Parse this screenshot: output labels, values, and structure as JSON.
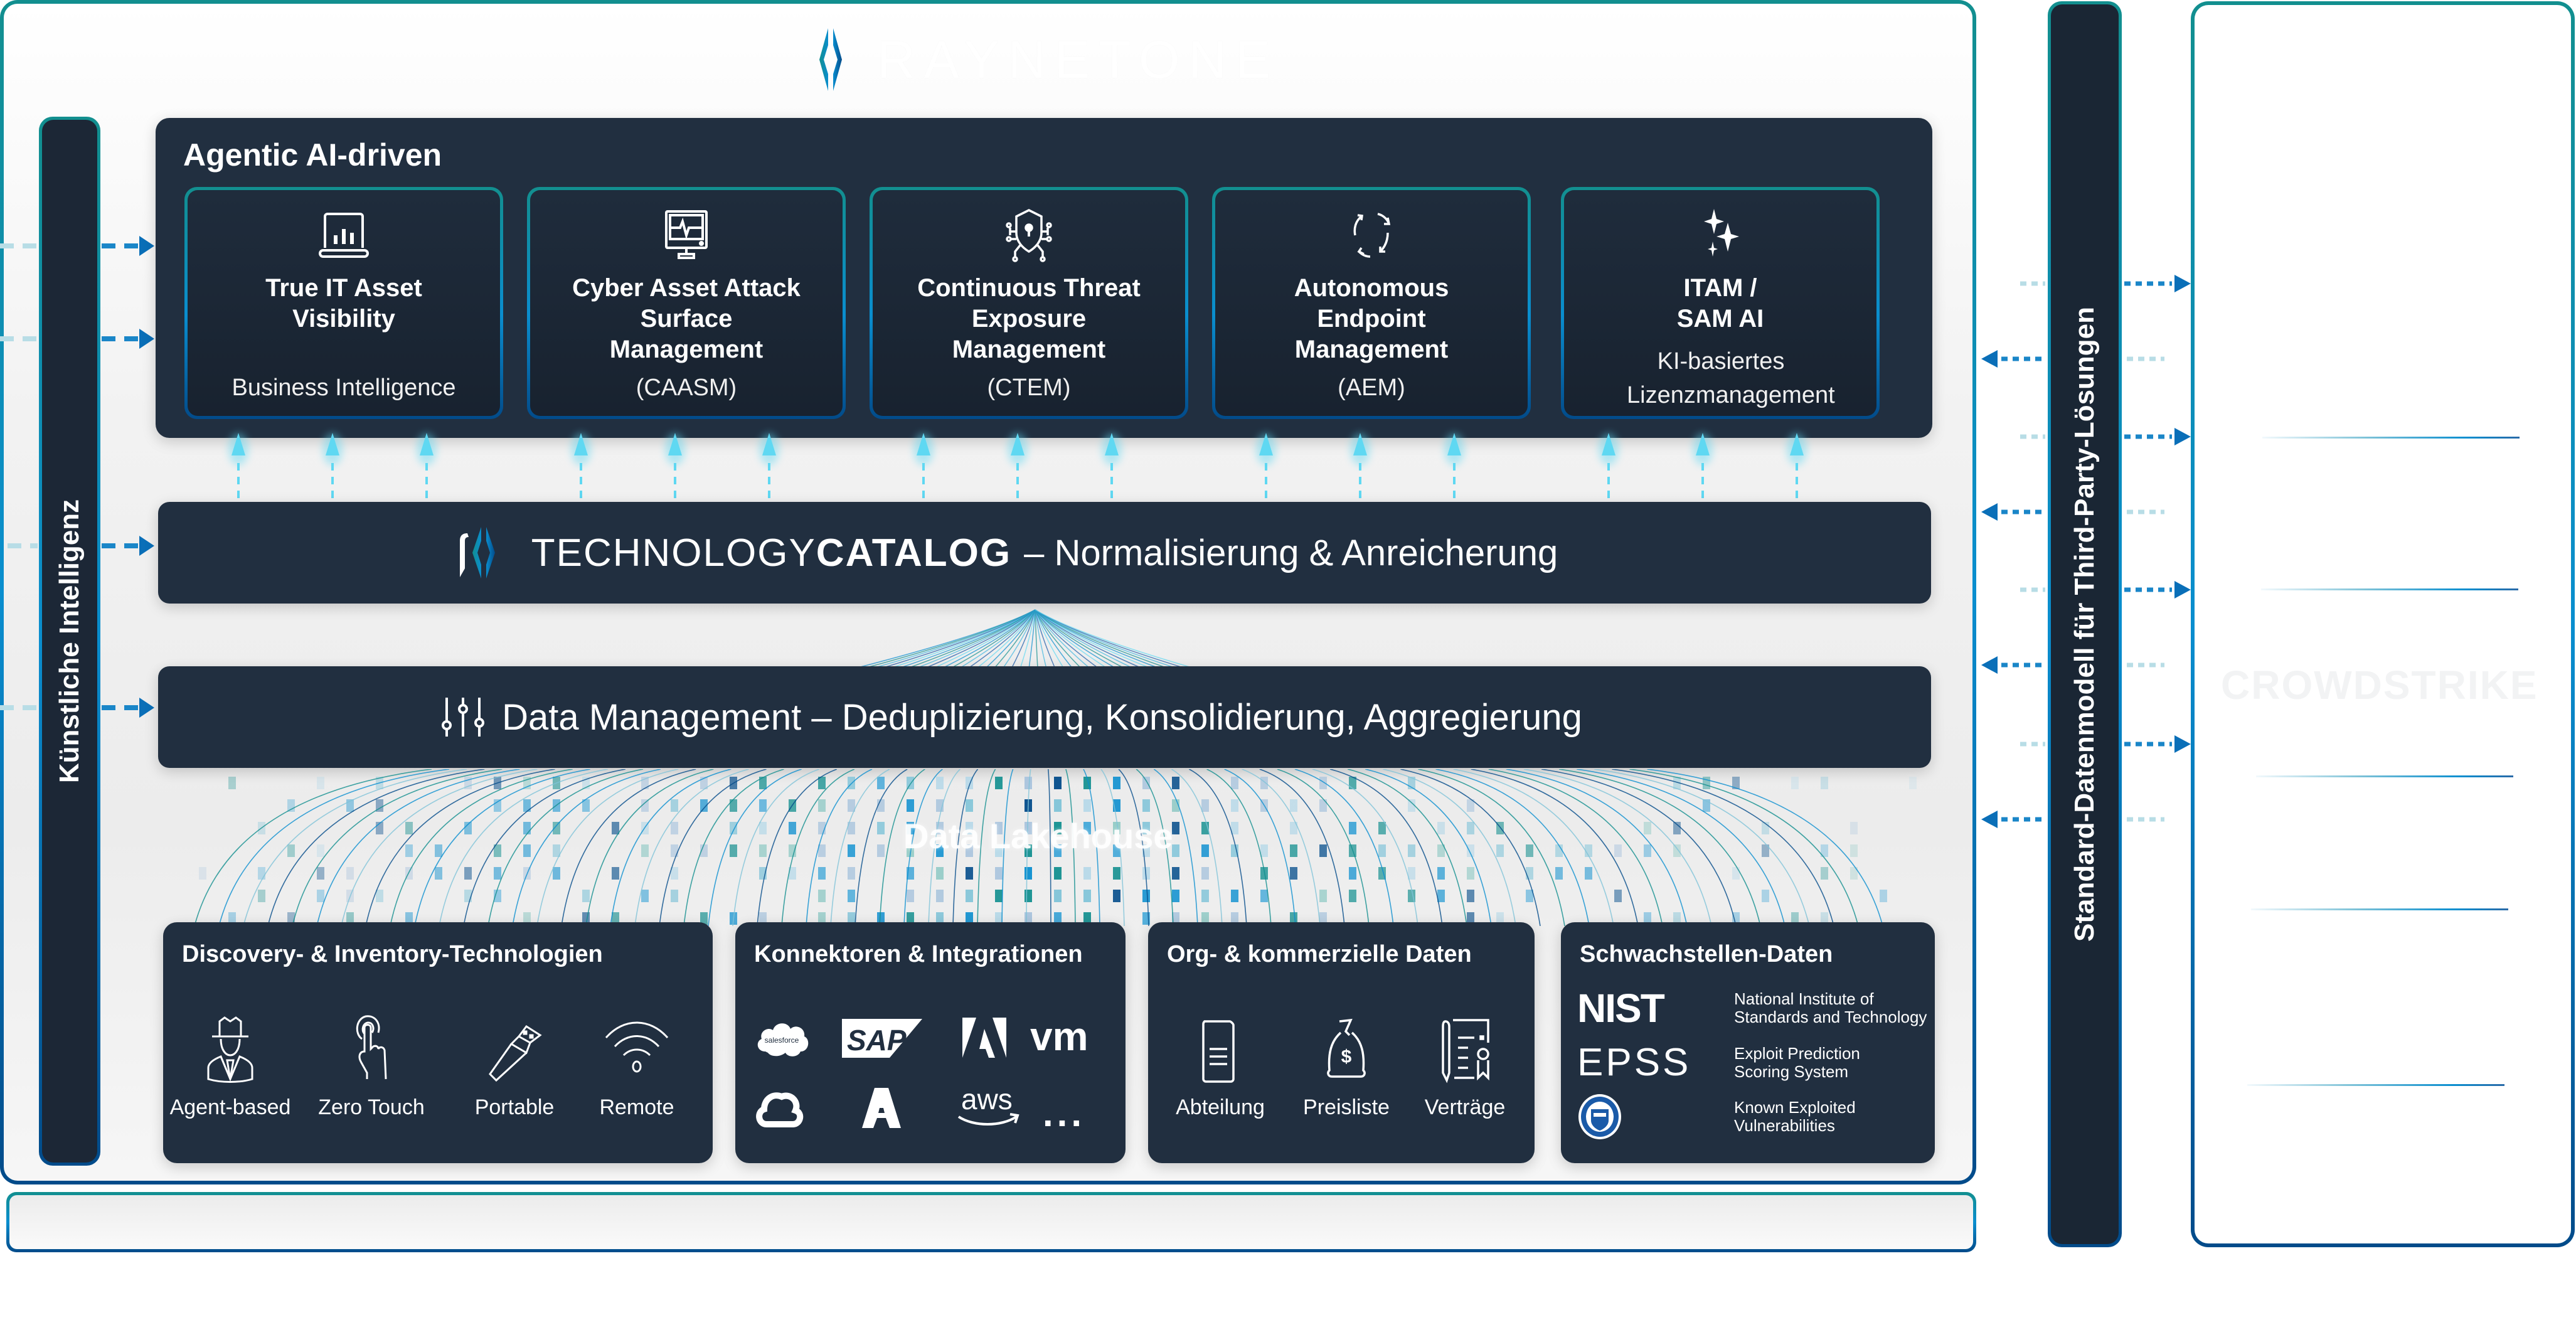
{
  "brand": {
    "logo_text": "RAYNETONE",
    "logo_icon": "raynet-bracket-logo"
  },
  "colors": {
    "dark_panel": "#212f40",
    "card_bg": "#1c2736",
    "teal": "#128f8f",
    "blue": "#0a8ecf",
    "navy": "#024b8a",
    "arrow_cyan": "#5fd8f2",
    "text": "#ffffff"
  },
  "left_bar": {
    "label": "Künstliche Intelligenz"
  },
  "right_bar": {
    "label": "Standard-Datenmodell für Third-Party-Lösungen"
  },
  "agentic": {
    "title": "Agentic AI-driven",
    "cards": [
      {
        "icon": "laptop-chart-icon",
        "title": "True IT Asset Visibility",
        "subtitle": "Business Intelligence"
      },
      {
        "icon": "monitor-pulse-icon",
        "title": "Cyber Asset Attack Surface Management",
        "subtitle": "(CAASM)"
      },
      {
        "icon": "shield-circuit-icon",
        "title": "Continuous Threat Exposure Management",
        "subtitle": "(CTEM)"
      },
      {
        "icon": "refresh-arrows-icon",
        "title": "Autonomous Endpoint Management",
        "subtitle": "(AEM)"
      },
      {
        "icon": "sparkles-icon",
        "title": "ITAM / SAM AI",
        "subtitle": "KI-basiertes Lizenzmanagement"
      }
    ]
  },
  "catalog": {
    "brand_light": "TECHNOLOGY",
    "brand_bold": "CATALOG",
    "description": "–  Normalisierung & Anreicherung"
  },
  "data_management": {
    "label": "Data Management – Deduplizierung, Konsolidierung, Aggregierung",
    "icon": "sliders-icon"
  },
  "lakehouse": {
    "label": "Data Lakehouse"
  },
  "sources": {
    "discovery": {
      "title": "Discovery- & Inventory-Technologien",
      "items": [
        {
          "icon": "agent-spy-icon",
          "label": "Agent-based"
        },
        {
          "icon": "touch-finger-icon",
          "label": "Zero Touch"
        },
        {
          "icon": "usb-stick-icon",
          "label": "Portable"
        },
        {
          "icon": "wifi-icon",
          "label": "Remote"
        }
      ]
    },
    "connectors": {
      "title": "Konnektoren & Integrationen",
      "logos": [
        "salesforce",
        "SAP",
        "Adobe",
        "vm",
        "Google Cloud",
        "Azure",
        "aws",
        "..."
      ]
    },
    "org": {
      "title": "Org- & kommerzielle Daten",
      "items": [
        {
          "icon": "document-icon",
          "label": "Abteilung"
        },
        {
          "icon": "money-bag-icon",
          "label": "Preisliste"
        },
        {
          "icon": "contract-icon",
          "label": "Verträge"
        }
      ]
    },
    "vuln": {
      "title": "Schwachstellen-Daten",
      "items": [
        {
          "logo": "NIST",
          "line1": "National Institute of",
          "line2": "Standards and Technology"
        },
        {
          "logo": "EPSS",
          "line1": "Exploit Prediction",
          "line2": "Scoring System"
        },
        {
          "logo": "CISA",
          "line1": "Known Exploited",
          "line2": "Vulnerabilities"
        }
      ]
    }
  },
  "third_party": {
    "visible_logo": "CROWDSTRIKE"
  }
}
